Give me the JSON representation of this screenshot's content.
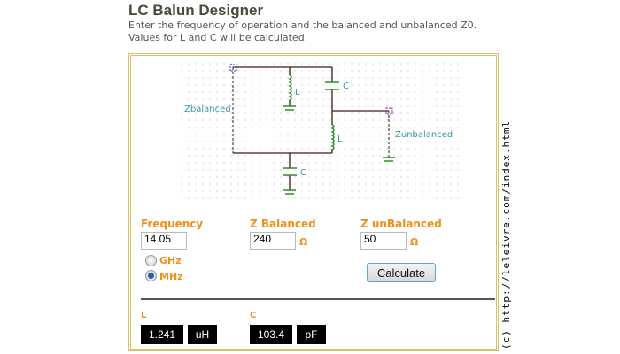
{
  "header": {
    "title": "LC Balun Designer",
    "desc1": "Enter the frequency of operation and the balanced and unbalanced Z0.",
    "desc2": "Values for L and C will be calculated."
  },
  "circuit": {
    "l1": "L",
    "c1": "C",
    "l2": "L",
    "c2": "C",
    "zbal": "Zbalanced",
    "zunbal": "Zunbalanced"
  },
  "form": {
    "freq_label": "Frequency",
    "freq_value": "14.05",
    "zbal_label": "Z Balanced",
    "zbal_value": "240",
    "zunbal_label": "Z unBalanced",
    "zunbal_value": "50",
    "ohm": "Ω",
    "ghz": "GHz",
    "mhz": "MHz",
    "selected_unit": "MHz",
    "calculate": "Calculate"
  },
  "results": {
    "l_label": "L",
    "l_value": "1.241",
    "l_unit": "uH",
    "c_label": "C",
    "c_value": "103.4",
    "c_unit": "pF"
  },
  "credit": "(c) http://leleivre.com/index.html",
  "colors": {
    "accent": "#f0901a",
    "border": "#d8c16a",
    "component": "#2e8b2e",
    "wire": "#3a1a1a"
  }
}
